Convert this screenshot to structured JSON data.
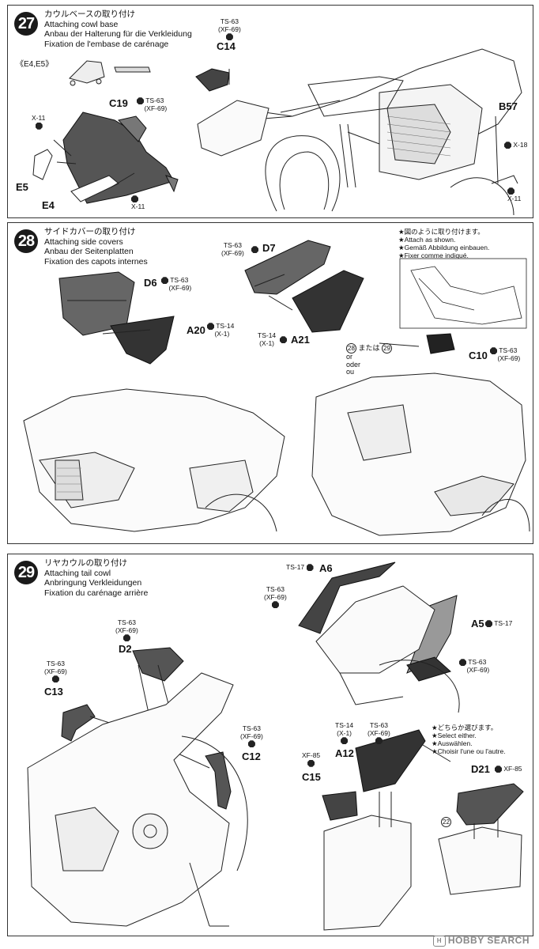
{
  "steps": [
    {
      "number": "27",
      "titles": [
        "カウルベースの取り付け",
        "Attaching cowl base",
        "Anbau der Halterung für die Verkleidung",
        "Fixation de l'embase de carénage"
      ],
      "variant": "《E4,E5》",
      "parts": {
        "c14": "C14",
        "c19": "C19",
        "b57": "B57",
        "e5": "E5",
        "e4": "E4"
      },
      "screws": {
        "x11a": "X-11",
        "x11b": "X-11",
        "x11c": "X-11",
        "x18": "X-18"
      },
      "paint": {
        "ts63": "TS-63",
        "xf69": "(XF-69)"
      }
    },
    {
      "number": "28",
      "titles": [
        "サイドカバーの取り付け",
        "Attaching side covers",
        "Anbau der Seitenplatten",
        "Fixation des capots internes"
      ],
      "parts": {
        "d7": "D7",
        "d6": "D6",
        "a20": "A20",
        "a21": "A21",
        "c10": "C10"
      },
      "paint": {
        "ts63": "TS-63",
        "xf69": "(XF-69)",
        "ts14": "TS-14",
        "x1": "(X-1)"
      },
      "notes": [
        "★図のように取り付けます。",
        "★Attach as shown.",
        "★Gemäß Abbildung einbauen.",
        "★Fixer comme indiqué."
      ],
      "either": {
        "n28": "28",
        "n29": "29",
        "jp": "または",
        "en": "or",
        "de": "oder",
        "fr": "ou"
      }
    },
    {
      "number": "29",
      "titles": [
        "リヤカウルの取り付け",
        "Attaching tail cowl",
        "Anbringung Verkleidungen",
        "Fixation du carénage arrière"
      ],
      "parts": {
        "a6": "A6",
        "a5": "A5",
        "d2": "D2",
        "c13": "C13",
        "c12": "C12",
        "a12": "A12",
        "c15": "C15",
        "d21": "D21",
        "n22": "22"
      },
      "paint": {
        "ts17": "TS-17",
        "ts63": "TS-63",
        "xf69": "(XF-69)",
        "ts14": "TS-14",
        "x1": "(X-1)",
        "xf85": "XF-85"
      },
      "notes": [
        "★どちらか選びます。",
        "★Select either.",
        "★Auswählen.",
        "★Choisir l'une ou l'autre."
      ]
    }
  ],
  "footer": {
    "logo": "H",
    "text": "HOBBY SEARCH"
  }
}
